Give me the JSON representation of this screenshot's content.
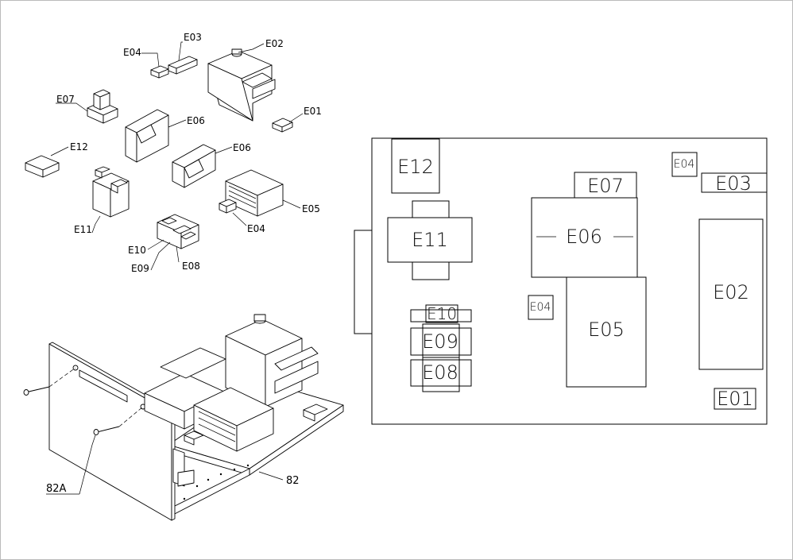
{
  "exploded_view": {
    "labels": {
      "e01": "E01",
      "e02": "E02",
      "e03": "E03",
      "e04a": "E04",
      "e04b": "E04",
      "e05": "E05",
      "e06a": "E06",
      "e06b": "E06",
      "e07": "E07",
      "e08": "E08",
      "e09": "E09",
      "e10": "E10",
      "e11": "E11",
      "e12": "E12"
    }
  },
  "assembly_view": {
    "labels": {
      "screw": "82A",
      "plate": "82"
    }
  },
  "board_layout": {
    "labels": {
      "e12": "E12",
      "e11": "E11",
      "e10": "E10",
      "e09": "E09",
      "e08": "E08",
      "e07": "E07",
      "e06": "E06",
      "e05": "E05",
      "e04a": "E04",
      "e04b": "E04",
      "e03": "E03",
      "e02": "E02",
      "e01": "E01"
    }
  }
}
